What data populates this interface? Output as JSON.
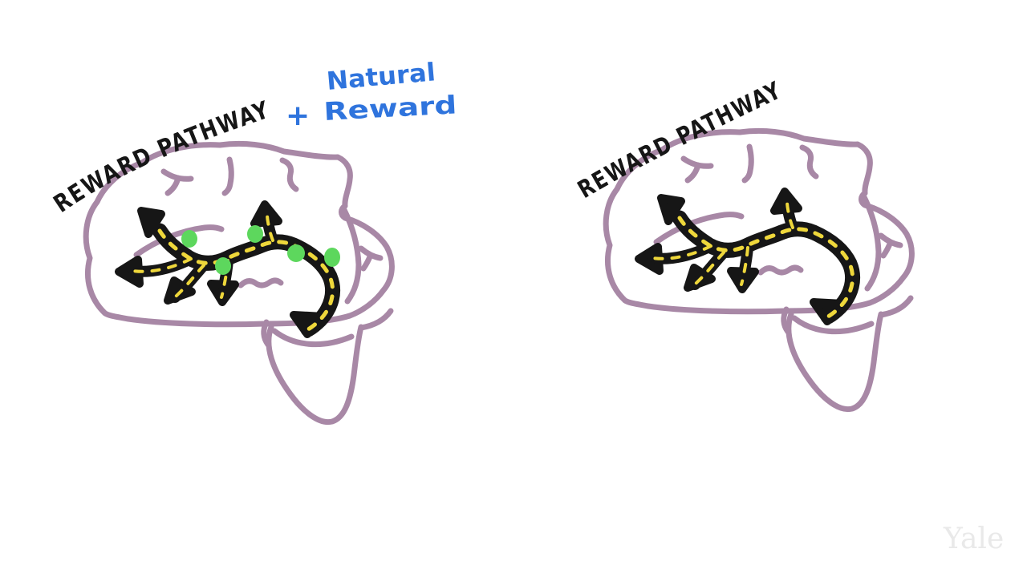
{
  "scene": {
    "background": "#ffffff"
  },
  "palette": {
    "brain_outline": "#a888a6",
    "pathway": "#161616",
    "road_dashes": "#eed73b",
    "dopamine_dots": "#5dd75d",
    "annotation_blue": "#2f74dd",
    "title_ink": "#161616",
    "watermark": "#e9e9e9"
  },
  "left_figure": {
    "title": "REWARD PATHWAY",
    "annotation": {
      "plus": "+",
      "line1": "Natural",
      "line2": "Reward"
    },
    "dopamine_dot_count": 5
  },
  "right_figure": {
    "title": "REWARD PATHWAY"
  },
  "watermark": {
    "text": "Yale"
  }
}
